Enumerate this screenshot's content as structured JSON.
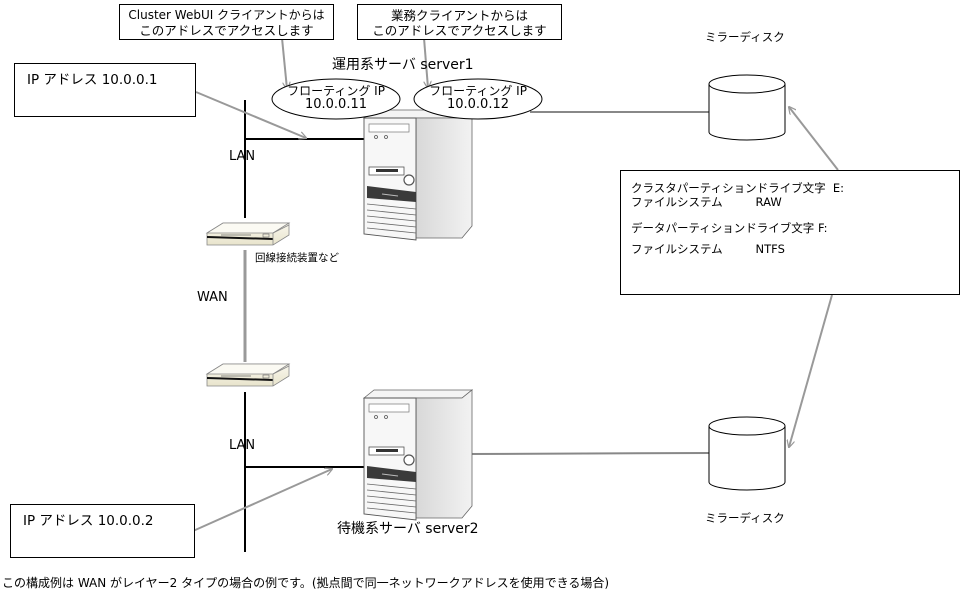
{
  "callouts": {
    "webui": {
      "line1": "Cluster WebUI クライアントからは",
      "line2": "このアドレスでアクセスします"
    },
    "business": {
      "line1": "業務クライアントからは",
      "line2": "このアドレスでアクセスします"
    }
  },
  "servers": {
    "active": {
      "label": "運用系サーバ  server1"
    },
    "standby": {
      "label": "待機系サーバ  server2"
    }
  },
  "floating_ips": [
    {
      "title": "フローティング IP",
      "address": "10.0.0.11"
    },
    {
      "title": "フローティング IP",
      "address": "10.0.0.12"
    }
  ],
  "ip_boxes": {
    "server1": "IP アドレス 10.0.0.1",
    "server2": "IP アドレス 10.0.0.2"
  },
  "network": {
    "lan_top": "LAN",
    "lan_bottom": "LAN",
    "wan": "WAN",
    "device_label": "回線接続装置など"
  },
  "mirror_disks": {
    "top_label": "ミラーディスク",
    "bottom_label": "ミラーディスク"
  },
  "partition_info": {
    "cluster_partition": "クラスタパーティションドライブ文字  E:",
    "cluster_fs": "ファイルシステム         RAW",
    "data_partition": "データパーティションドライブ文字 F:",
    "data_fs": "ファイルシステム         NTFS"
  },
  "footnote": "この構成例は WAN がレイヤー2 タイプの場合の例です。(拠点間で同一ネットワークアドレスを使用できる場合)",
  "colors": {
    "connector_gray": "#999999",
    "line_black": "#000000"
  }
}
